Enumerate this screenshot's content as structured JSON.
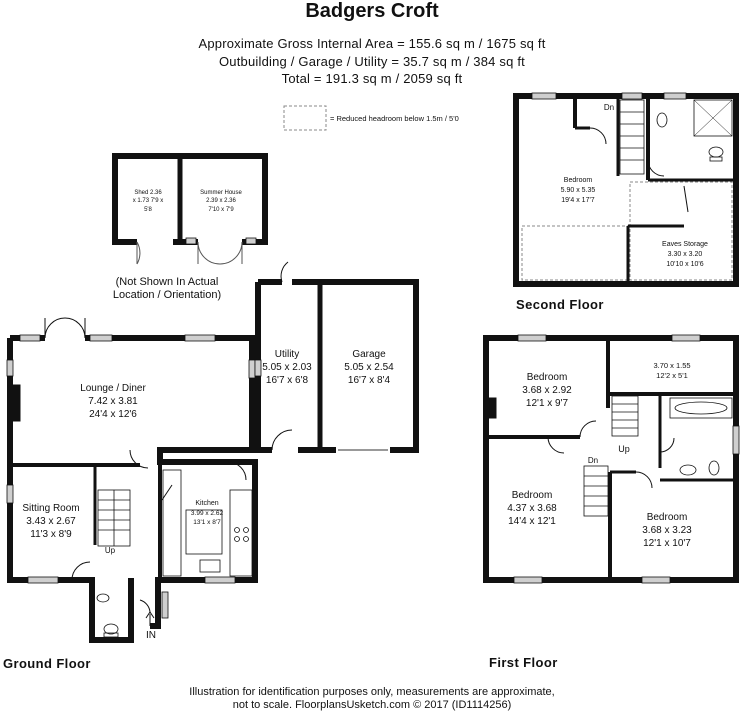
{
  "title": "Badgers Croft",
  "areas": [
    "Approximate Gross Internal Area = 155.6 sq m / 1675 sq ft",
    "Outbuilding / Garage / Utility = 35.7 sq m / 384 sq ft",
    "Total = 191.3 sq m / 2059 sq ft"
  ],
  "legend": "= Reduced headroom below 1.5m / 5'0",
  "note": [
    "(Not Shown In Actual",
    "Location / Orientation)"
  ],
  "floors": {
    "ground": "Ground Floor",
    "first": "First Floor",
    "second": "Second Floor"
  },
  "rooms": {
    "shed": {
      "name": "Shed 2.36",
      "l1": "x 1.73 7'9 x",
      "l2": "5'8"
    },
    "summer": {
      "name": "Summer House",
      "l1": "2.39 x 2.36",
      "l2": "7'10 x 7'9"
    },
    "utility": {
      "name": "Utility",
      "l1": "5.05 x 2.03",
      "l2": "16'7 x 6'8"
    },
    "garage": {
      "name": "Garage",
      "l1": "5.05 x 2.54",
      "l2": "16'7 x 8'4"
    },
    "lounge": {
      "name": "Lounge / Diner",
      "l1": "7.42 x 3.81",
      "l2": "24'4 x 12'6"
    },
    "sitting": {
      "name": "Sitting Room",
      "l1": "3.43 x 2.67",
      "l2": "11'3 x 8'9"
    },
    "kitchen": {
      "name": "Kitchen",
      "l1": "3.99 x 2.62",
      "l2": "13'1 x 8'7"
    },
    "sf_bed": {
      "name": "Bedroom",
      "l1": "5.90 x 5.35",
      "l2": "19'4 x 17'7"
    },
    "eaves": {
      "name": "Eaves Storage",
      "l1": "3.30 x 3.20",
      "l2": "10'10 x 10'6"
    },
    "ff_bed1": {
      "name": "Bedroom",
      "l1": "3.68 x 2.92",
      "l2": "12'1 x 9'7"
    },
    "ff_small": {
      "l1": "3.70 x 1.55",
      "l2": "12'2 x 5'1"
    },
    "ff_bed2": {
      "name": "Bedroom",
      "l1": "4.37 x 3.68",
      "l2": "14'4 x 12'1"
    },
    "ff_bed3": {
      "name": "Bedroom",
      "l1": "3.68 x 3.23",
      "l2": "12'1 x 10'7"
    }
  },
  "stair_labels": {
    "up": "Up",
    "dn": "Dn",
    "in": "IN"
  },
  "footer": [
    "Illustration for identification purposes only, measurements are approximate,",
    "not to scale. FloorplansUsketch.com © 2017 (ID1114256)"
  ],
  "colors": {
    "wall": "#111111",
    "window": "#cfcfcf",
    "dashed": "#888888"
  }
}
